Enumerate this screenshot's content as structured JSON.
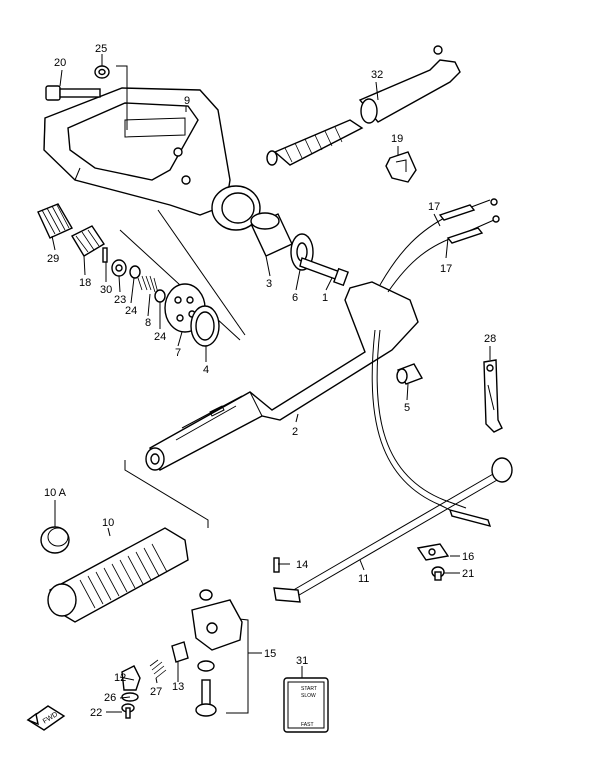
{
  "callouts": [
    {
      "id": "p1",
      "label": "1"
    },
    {
      "id": "p2",
      "label": "2"
    },
    {
      "id": "p3",
      "label": "3"
    },
    {
      "id": "p4",
      "label": "4"
    },
    {
      "id": "p5",
      "label": "5"
    },
    {
      "id": "p6",
      "label": "6"
    },
    {
      "id": "p7",
      "label": "7"
    },
    {
      "id": "p8",
      "label": "8"
    },
    {
      "id": "p9",
      "label": "9"
    },
    {
      "id": "p10",
      "label": "10"
    },
    {
      "id": "p10a",
      "label": "10 A"
    },
    {
      "id": "p11",
      "label": "11"
    },
    {
      "id": "p12",
      "label": "12"
    },
    {
      "id": "p13",
      "label": "13"
    },
    {
      "id": "p14",
      "label": "14"
    },
    {
      "id": "p15",
      "label": "15"
    },
    {
      "id": "p16",
      "label": "16"
    },
    {
      "id": "p17a",
      "label": "17"
    },
    {
      "id": "p17b",
      "label": "17"
    },
    {
      "id": "p18",
      "label": "18"
    },
    {
      "id": "p19",
      "label": "19"
    },
    {
      "id": "p20",
      "label": "20"
    },
    {
      "id": "p21",
      "label": "21"
    },
    {
      "id": "p22",
      "label": "22"
    },
    {
      "id": "p23",
      "label": "23"
    },
    {
      "id": "p24a",
      "label": "24"
    },
    {
      "id": "p24b",
      "label": "24"
    },
    {
      "id": "p25",
      "label": "25"
    },
    {
      "id": "p26",
      "label": "26"
    },
    {
      "id": "p27",
      "label": "27"
    },
    {
      "id": "p28",
      "label": "28"
    },
    {
      "id": "p29",
      "label": "29"
    },
    {
      "id": "p30",
      "label": "30"
    },
    {
      "id": "p31",
      "label": "31"
    },
    {
      "id": "p32",
      "label": "32"
    }
  ],
  "decal": {
    "start": "START",
    "slow": "SLOW",
    "fast": "FAST"
  },
  "fwd_label": "FWD"
}
